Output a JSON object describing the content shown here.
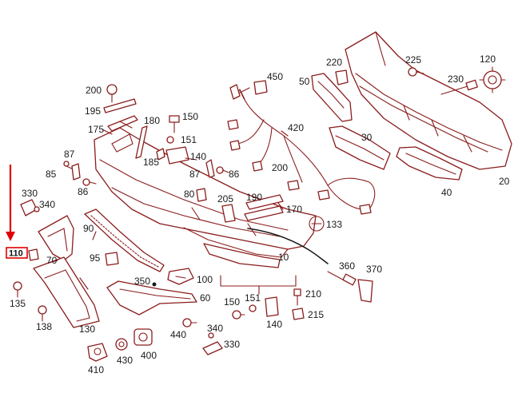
{
  "highlight": {
    "label": "110",
    "color": "#e00000"
  },
  "labels": {
    "l10": "10",
    "l20": "20",
    "l30": "30",
    "l40": "40",
    "l50": "50",
    "l60": "60",
    "l70": "70",
    "l80": "80",
    "l85": "85",
    "l86": "86",
    "l86b": "86",
    "l87": "87",
    "l87b": "87",
    "l90": "90",
    "l95": "95",
    "l100": "100",
    "l120": "120",
    "l130": "130",
    "l133": "133",
    "l135": "135",
    "l138": "138",
    "l140": "140",
    "l140b": "140",
    "l150": "150",
    "l150b": "150",
    "l151": "151",
    "l151b": "151",
    "l170": "170",
    "l175": "175",
    "l180": "180",
    "l185": "185",
    "l190": "190",
    "l195": "195",
    "l200": "200",
    "l200b": "200",
    "l205": "205",
    "l210": "210",
    "l215": "215",
    "l220": "220",
    "l225": "225",
    "l230": "230",
    "l330": "330",
    "l330b": "330",
    "l340": "340",
    "l340b": "340",
    "l350": "350",
    "l360": "360",
    "l370": "370",
    "l400": "400",
    "l410": "410",
    "l420": "420",
    "l430": "430",
    "l440": "440",
    "l450": "450"
  },
  "colors": {
    "line": "#8a1c1c",
    "text": "#1a1a1a",
    "arrow": "#e00000"
  }
}
